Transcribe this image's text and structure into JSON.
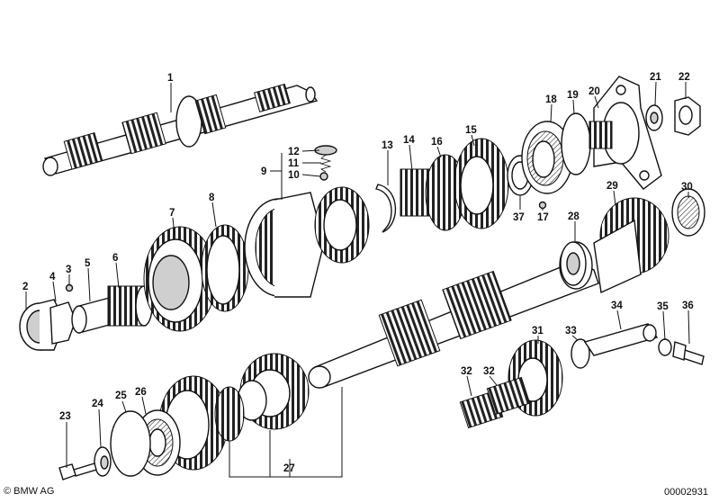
{
  "diagram": {
    "callouts": [
      {
        "id": "p1",
        "label": "1"
      },
      {
        "id": "p2",
        "label": "2"
      },
      {
        "id": "p3",
        "label": "3"
      },
      {
        "id": "p4",
        "label": "4"
      },
      {
        "id": "p5",
        "label": "5"
      },
      {
        "id": "p6",
        "label": "6"
      },
      {
        "id": "p7",
        "label": "7"
      },
      {
        "id": "p8",
        "label": "8"
      },
      {
        "id": "p9",
        "label": "9"
      },
      {
        "id": "p10",
        "label": "10"
      },
      {
        "id": "p11",
        "label": "11"
      },
      {
        "id": "p12",
        "label": "12"
      },
      {
        "id": "p13",
        "label": "13"
      },
      {
        "id": "p14",
        "label": "14"
      },
      {
        "id": "p15",
        "label": "15"
      },
      {
        "id": "p16",
        "label": "16"
      },
      {
        "id": "p17",
        "label": "17"
      },
      {
        "id": "p18",
        "label": "18"
      },
      {
        "id": "p19",
        "label": "19"
      },
      {
        "id": "p20",
        "label": "20"
      },
      {
        "id": "p21",
        "label": "21"
      },
      {
        "id": "p22",
        "label": "22"
      },
      {
        "id": "p23",
        "label": "23"
      },
      {
        "id": "p24",
        "label": "24"
      },
      {
        "id": "p25",
        "label": "25"
      },
      {
        "id": "p26",
        "label": "26"
      },
      {
        "id": "p27",
        "label": "27"
      },
      {
        "id": "p28",
        "label": "28"
      },
      {
        "id": "p29",
        "label": "29"
      },
      {
        "id": "p30",
        "label": "30"
      },
      {
        "id": "p31",
        "label": "31"
      },
      {
        "id": "p32a",
        "label": "32"
      },
      {
        "id": "p32b",
        "label": "32"
      },
      {
        "id": "p33",
        "label": "33"
      },
      {
        "id": "p34",
        "label": "34"
      },
      {
        "id": "p35",
        "label": "35"
      },
      {
        "id": "p36",
        "label": "36"
      },
      {
        "id": "p37",
        "label": "37"
      }
    ]
  },
  "footer": {
    "copyright": "© BMW AG",
    "catalog_number": "00002931"
  }
}
